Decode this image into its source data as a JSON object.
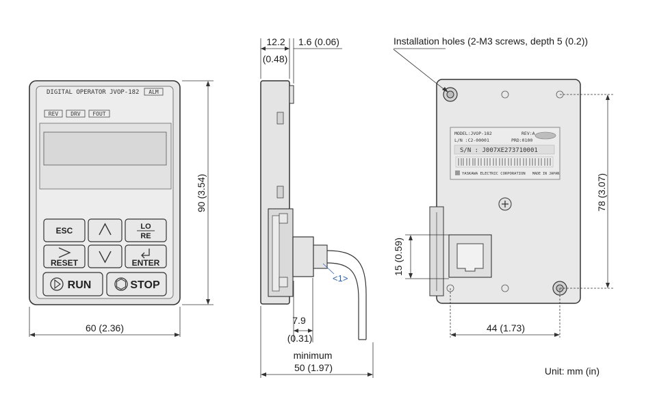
{
  "front": {
    "title": "DIGITAL OPERATOR JVOP-182",
    "alm": "ALM",
    "indicators": [
      "REV",
      "DRV",
      "FOUT"
    ],
    "keys": {
      "esc": "ESC",
      "lo": "LO",
      "re": "RE",
      "reset": "RESET",
      "enter": "ENTER",
      "run": "RUN",
      "stop": "STOP"
    }
  },
  "rear_label": {
    "model": "MODEL:JVOP-182",
    "rev": "REV:A",
    "lot": "L/N  :C2-00001",
    "prd": "PRD:0100",
    "serial": "S/N : J007XE273710001",
    "maker": "YASKAWA ELECTRIC CORPORATION",
    "origin": "MADE IN JAPAN"
  },
  "dimensions": {
    "front_width": "60 (2.36)",
    "front_height": "90 (3.54)",
    "side_depth_mm": "12.2",
    "side_depth_in": "(0.48)",
    "side_step": "1.6 (0.06)",
    "connector_mm": "7.9",
    "connector_in": "(0.31)",
    "cable_min": "minimum",
    "cable_depth": "50 (1.97)",
    "rear_width": "44 (1.73)",
    "rear_height": "78 (3.07)",
    "port_height": "15 (0.59)"
  },
  "annotations": {
    "holes": "Installation holes (2-M3 screws, depth 5 (0.2))",
    "callout": "<1>",
    "unit": "Unit: mm (in)"
  }
}
